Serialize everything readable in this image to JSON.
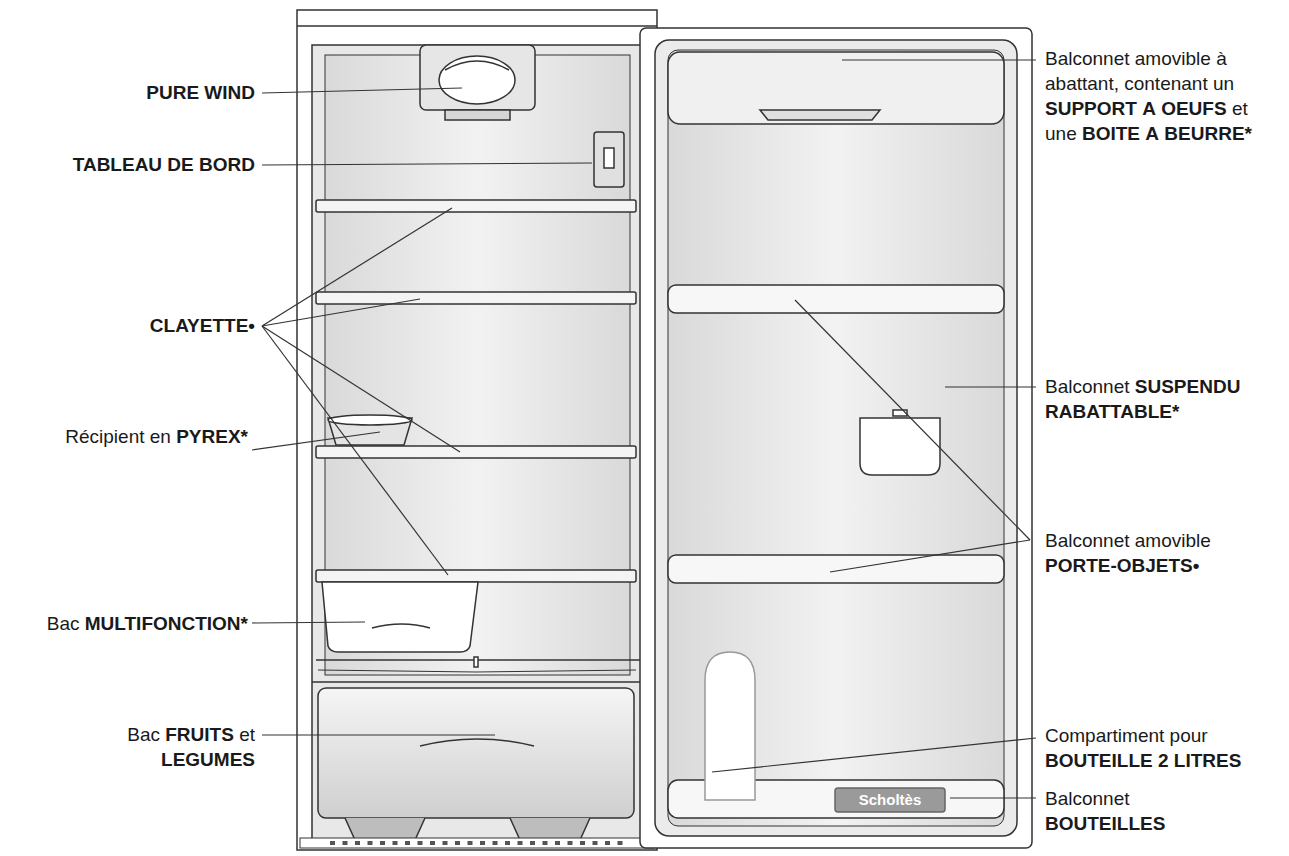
{
  "diagram": {
    "labels": [
      "PURE WIND",
      "TABLEAU DE BORD",
      "CLAYETTE•",
      "Récipient en PYREX*",
      "Bac MULTIFONCTION*",
      "Bac FRUITS et LEGUMES",
      "Balconnet amovible à abattant, contenant un SUPPORT A OEUFS et une BOITE A BEURRE*",
      "Balconnet SUSPENDU RABATTABLE*",
      "Balconnet amovible PORTE-OBJETS•",
      "Compartiment pour BOUTEILLE 2 LITRES",
      "Balconnet BOUTEILLES",
      "Scholtès"
    ]
  }
}
